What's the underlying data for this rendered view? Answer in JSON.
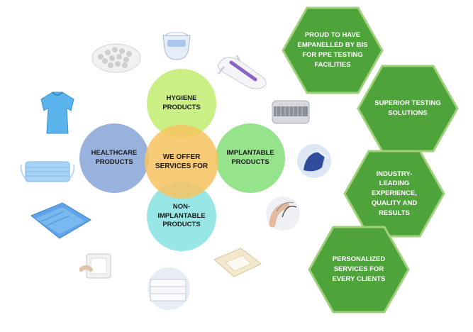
{
  "center": {
    "label": "WE OFFER\nSERVICES FOR"
  },
  "circles": {
    "hygiene": {
      "label": "HYGIENE\nPRODUCTS"
    },
    "healthcare": {
      "label": "HEALTHCARE\nPRODUCTS"
    },
    "implantable": {
      "label": "IMPLANTABLE\nPRODUCTS"
    },
    "non_implantable": {
      "label": "NON-\nIMPLANTABLE\nPRODUCTS"
    }
  },
  "hexagons": [
    {
      "label": "PROUD TO HAVE\nEMPANELLED BY BIS\nFOR PPE TESTING\nFACILITIES"
    },
    {
      "label": "SUPERIOR TESTING\nSOLUTIONS"
    },
    {
      "label": "INDUSTRY-\nLEADING\nEXPERIENCE,\nQUALITY AND\nRESULTS"
    },
    {
      "label": "PERSONALIZED\nSERVICES FOR\nEVERY CLIENTS"
    }
  ],
  "colors": {
    "hygiene": "#c6ee7a",
    "healthcare": "#93aedb",
    "implantable": "#8ae07e",
    "non_implantable": "#8de3e3",
    "center": "#f7c35f",
    "hexagon_fill": "#4ea33a",
    "hexagon_border": "#9fd07c"
  },
  "icons": [
    "cotton-pads-icon",
    "diaper-icon",
    "sanitary-pad-icon",
    "gauze-roll-icon",
    "gloved-hand-icon",
    "suture-needle-icon",
    "wound-dressing-icon",
    "gauze-swabs-icon",
    "bandage-pad-icon",
    "surgical-drape-icon",
    "face-mask-icon",
    "surgical-gown-icon"
  ]
}
